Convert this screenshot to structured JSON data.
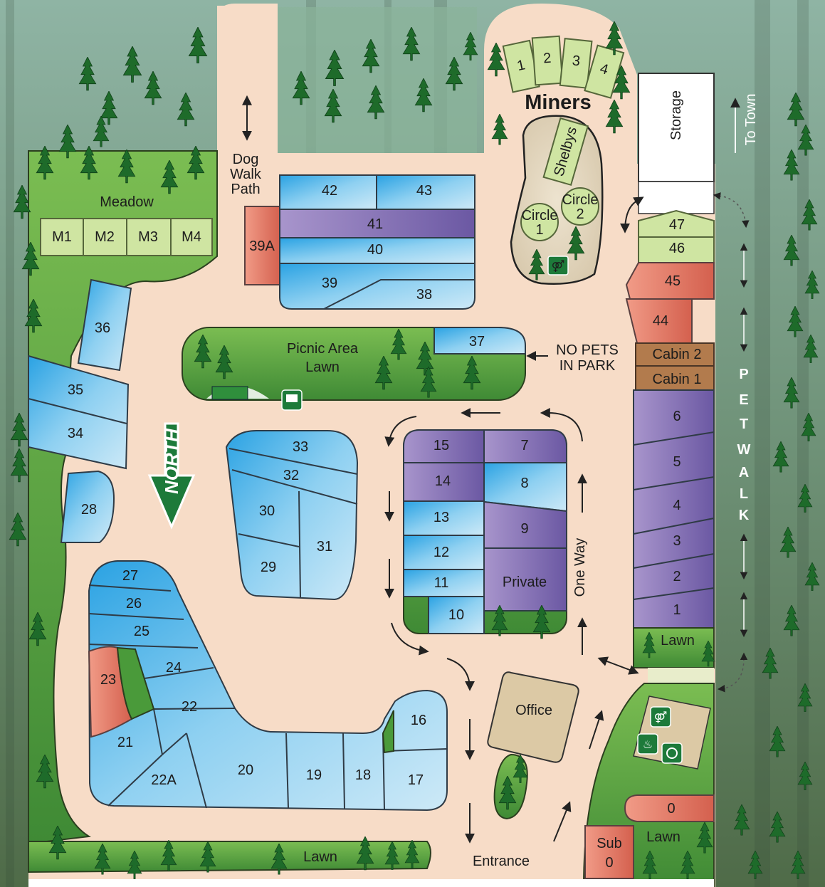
{
  "colors": {
    "road": "#f7dcc7",
    "lawn": "#5da744",
    "site_blue": "#6fc4ee",
    "site_purple": "#8b77b8",
    "site_red": "#e0796a",
    "cabin_brown": "#b27b4d",
    "light_green": "#cfe5a2"
  },
  "labels": {
    "dog_walk_path": [
      "Dog",
      "Walk",
      "Path"
    ],
    "meadow": "Meadow",
    "miners": "Miners",
    "storage": "Storage",
    "to_town": "To Town",
    "shelbys": "Shelbys",
    "circle1": [
      "Circle",
      "1"
    ],
    "circle2": [
      "Circle",
      "2"
    ],
    "picnic": [
      "Picnic Area",
      "Lawn"
    ],
    "no_pets": [
      "NO PETS",
      "IN PARK"
    ],
    "north": "NORTH",
    "one_way": "One Way",
    "pet_walk": [
      "P",
      "E",
      "T",
      "W",
      "A",
      "L",
      "K"
    ],
    "office": "Office",
    "entrance": "Entrance",
    "lawn": "Lawn",
    "private": "Private",
    "cabin1": "Cabin 1",
    "cabin2": "Cabin 2",
    "sub0": [
      "Sub",
      "0"
    ]
  },
  "sites": {
    "m1": "M1",
    "m2": "M2",
    "m3": "M3",
    "m4": "M4",
    "miners1": "1",
    "miners2": "2",
    "miners3": "3",
    "miners4": "4",
    "s0": "0",
    "s1": "1",
    "s2": "2",
    "s3": "3",
    "s4": "4",
    "s5": "5",
    "s6": "6",
    "s7": "7",
    "s8": "8",
    "s9": "9",
    "s10": "10",
    "s11": "11",
    "s12": "12",
    "s13": "13",
    "s14": "14",
    "s15": "15",
    "s16": "16",
    "s17": "17",
    "s18": "18",
    "s19": "19",
    "s20": "20",
    "s21": "21",
    "s22": "22",
    "s22a": "22A",
    "s23": "23",
    "s24": "24",
    "s25": "25",
    "s26": "26",
    "s27": "27",
    "s28": "28",
    "s29": "29",
    "s30": "30",
    "s31": "31",
    "s32": "32",
    "s33": "33",
    "s34": "34",
    "s35": "35",
    "s36": "36",
    "s37": "37",
    "s38": "38",
    "s39": "39",
    "s39a": "39A",
    "s40": "40",
    "s41": "41",
    "s42": "42",
    "s43": "43",
    "s44": "44",
    "s45": "45",
    "s46": "46",
    "s47": "47"
  },
  "icons": [
    "restroom-icon",
    "laundry-icon",
    "shower-icon",
    "dump-station-icon",
    "rv-icon"
  ]
}
